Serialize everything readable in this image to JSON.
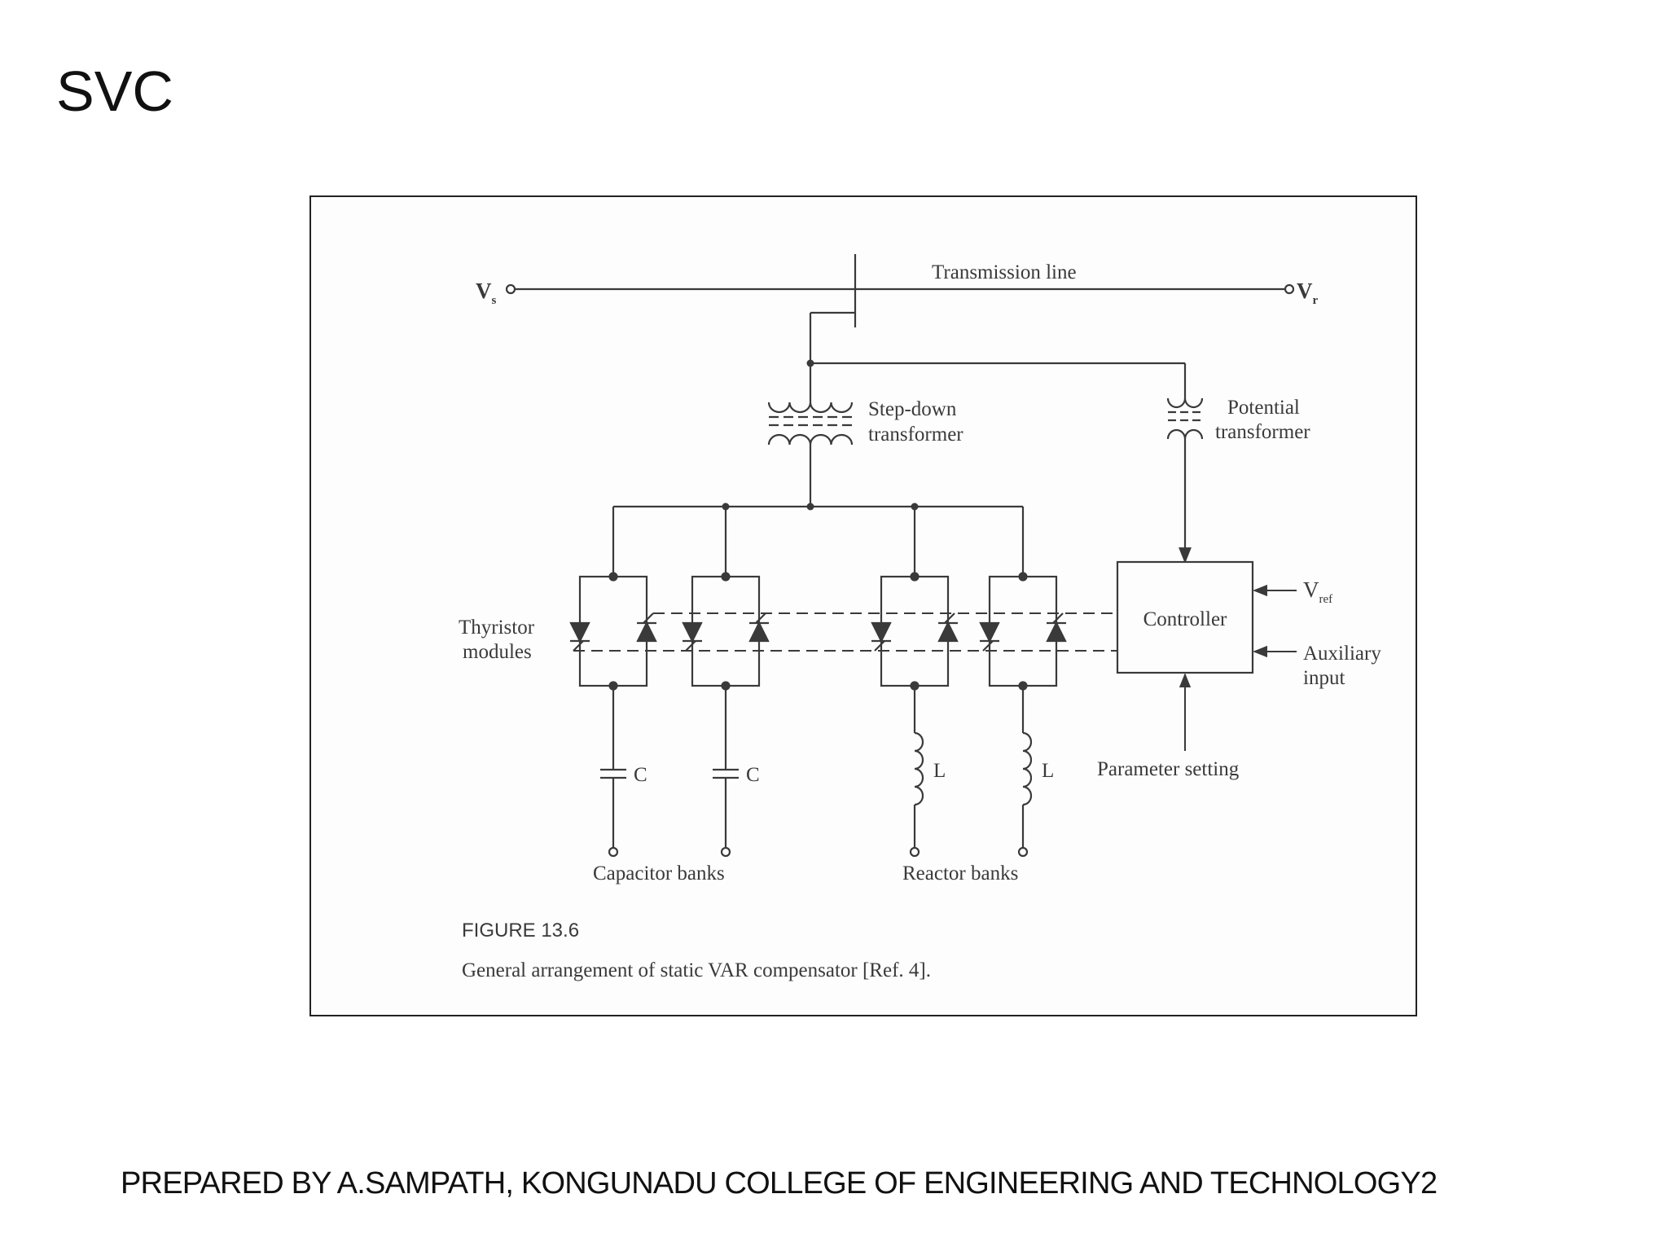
{
  "slide": {
    "title": "SVC",
    "footer": "PREPARED BY A.SAMPATH,   KONGUNADU COLLEGE OF ENGINEERING AND TECHNOLOGY",
    "page_number": "2"
  },
  "diagram": {
    "labels": {
      "vs": "V",
      "vs_sub": "s",
      "vr": "V",
      "vr_sub": "r",
      "transmission_line": "Transmission line",
      "stepdown_1": "Step-down",
      "stepdown_2": "transformer",
      "potential_1": "Potential",
      "potential_2": "transformer",
      "thyristor_1": "Thyristor",
      "thyristor_2": "modules",
      "controller": "Controller",
      "vref": "V",
      "vref_sub": "ref",
      "auxiliary_1": "Auxiliary",
      "auxiliary_2": "input",
      "parameter_setting": "Parameter setting",
      "cap1": "C",
      "cap2": "C",
      "ind1": "L",
      "ind2": "L",
      "capacitor_banks": "Capacitor banks",
      "reactor_banks": "Reactor banks"
    },
    "caption": {
      "figure_number": "FIGURE 13.6",
      "text": "General arrangement of static VAR compensator [Ref. 4]."
    }
  },
  "colors": {
    "ink": "#3a3a3a",
    "frame": "#222222",
    "background": "#fdfdfd"
  }
}
